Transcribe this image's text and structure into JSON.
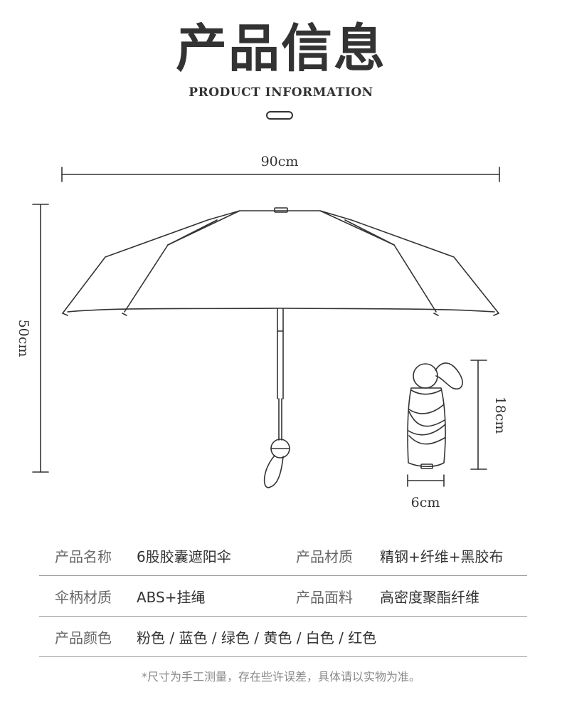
{
  "header": {
    "title": "产品信息",
    "subtitle": "PRODUCT INFORMATION"
  },
  "dimensions": {
    "open_width": "90cm",
    "open_height": "50cm",
    "folded_height": "18cm",
    "folded_width": "6cm"
  },
  "specs": [
    [
      {
        "label": "产品名称",
        "value": "6股胶囊遮阳伞"
      },
      {
        "label": "产品材质",
        "value": "精钢+纤维+黑胶布"
      }
    ],
    [
      {
        "label": "伞柄材质",
        "value": "ABS+挂绳"
      },
      {
        "label": "产品面料",
        "value": "高密度聚酯纤维"
      }
    ],
    [
      {
        "label": "产品颜色",
        "value": "粉色 / 蓝色 / 绿色 / 黄色 / 白色 / 红色"
      }
    ]
  ],
  "footnote": "*尺寸为手工测量，存在些许误差，具体请以实物为准。",
  "colors": {
    "line": "#333333",
    "text": "#333333",
    "label": "#666666",
    "divider": "#9a9a9a",
    "footnote": "#888888"
  }
}
